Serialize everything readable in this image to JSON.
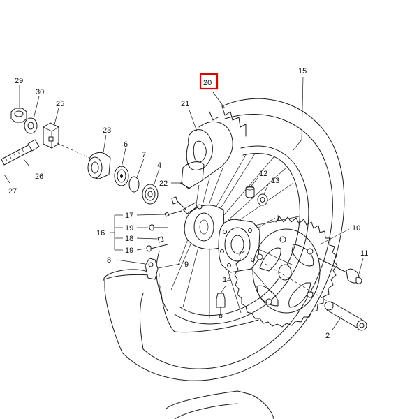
{
  "diagram": {
    "highlight_color": "#e00000",
    "line_color": "#1a1a1a",
    "highlighted_part": "20",
    "callouts": [
      {
        "id": "29",
        "label": "29"
      },
      {
        "id": "30",
        "label": "30"
      },
      {
        "id": "25",
        "label": "25"
      },
      {
        "id": "23",
        "label": "23"
      },
      {
        "id": "6",
        "label": "6"
      },
      {
        "id": "7",
        "label": "7"
      },
      {
        "id": "4",
        "label": "4"
      },
      {
        "id": "26",
        "label": "26"
      },
      {
        "id": "27",
        "label": "27"
      },
      {
        "id": "22",
        "label": "22"
      },
      {
        "id": "21",
        "label": "21"
      },
      {
        "id": "20",
        "label": "20"
      },
      {
        "id": "15",
        "label": "15"
      },
      {
        "id": "12",
        "label": "12"
      },
      {
        "id": "13",
        "label": "13"
      },
      {
        "id": "17",
        "label": "17"
      },
      {
        "id": "16",
        "label": "16"
      },
      {
        "id": "19a",
        "label": "19"
      },
      {
        "id": "18",
        "label": "18"
      },
      {
        "id": "19b",
        "label": "19"
      },
      {
        "id": "1",
        "label": "1"
      },
      {
        "id": "10",
        "label": "10"
      },
      {
        "id": "11",
        "label": "11"
      },
      {
        "id": "8",
        "label": "8"
      },
      {
        "id": "9",
        "label": "9"
      },
      {
        "id": "14",
        "label": "14"
      },
      {
        "id": "2",
        "label": "2"
      }
    ]
  }
}
